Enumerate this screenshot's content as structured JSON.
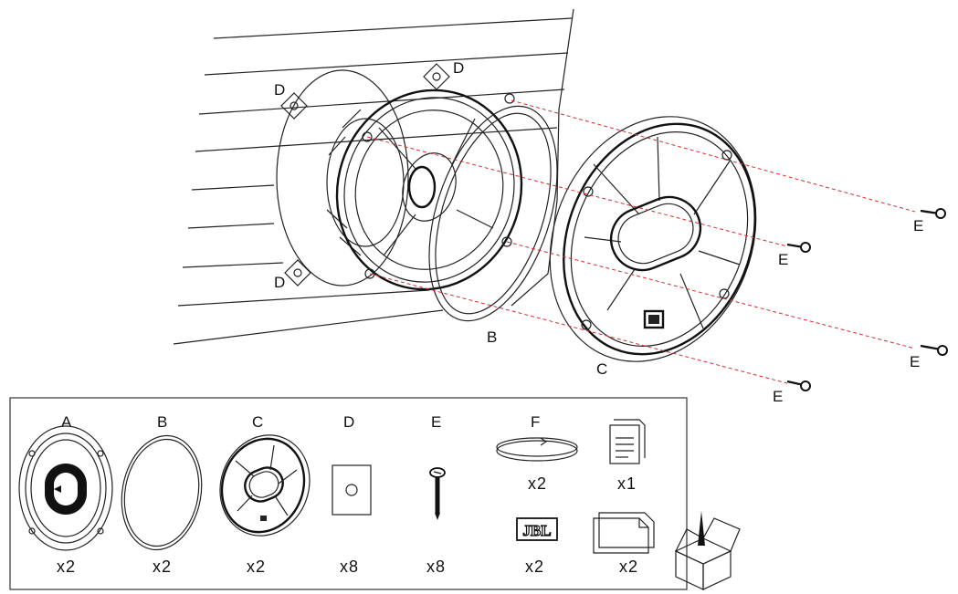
{
  "diagram": {
    "callouts": {
      "d_top_left": "D",
      "d_top_right": "D",
      "d_bottom": "D",
      "b": "B",
      "c": "C",
      "e_1": "E",
      "e_2": "E",
      "e_3": "E",
      "e_4": "E"
    }
  },
  "parts_box": {
    "items": [
      {
        "letter": "A",
        "qty": "x2"
      },
      {
        "letter": "B",
        "qty": "x2"
      },
      {
        "letter": "C",
        "qty": "x2"
      },
      {
        "letter": "D",
        "qty": "x8"
      },
      {
        "letter": "E",
        "qty": "x8"
      },
      {
        "letter": "F",
        "qty": "x2"
      }
    ],
    "extras": {
      "manual_qty": "x1",
      "badge_qty": "x2",
      "cards_qty": "x2",
      "badge_text": "JBL"
    }
  }
}
